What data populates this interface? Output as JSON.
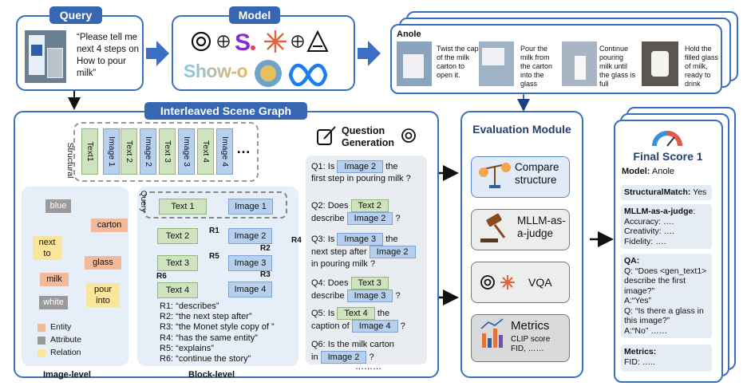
{
  "query": {
    "header": "Query",
    "text": "“Please tell me next 4 steps on How to pour milk”"
  },
  "model": {
    "header": "Model",
    "show_o": "Show-o"
  },
  "anole_output": {
    "title": "Anole",
    "steps": [
      "Twist the cap of the milk carton to open it.",
      "Pour the milk from the carton into the glass",
      "Continue pouring milk until the glass is full",
      "Hold the filled glass of milk, ready to drink"
    ]
  },
  "isg": {
    "header": "Interleaved Scene Graph",
    "structural_label": "Structural",
    "sequence": [
      "Text1",
      "Image 1",
      "Text 2",
      "Image 2",
      "Text 3",
      "Image 3",
      "Text 4",
      "Image 4"
    ],
    "ellipsis": "…",
    "image_level": {
      "nodes": {
        "blue": "blue",
        "carton": "carton",
        "next_to": "next\nto",
        "glass": "glass",
        "milk": "milk",
        "pour_into": "pour\ninto",
        "white": "white"
      },
      "legend": [
        "Entity",
        "Attribute",
        "Relation"
      ],
      "legend_colors": [
        "#f2b99a",
        "#9a9a9a",
        "#fbe59a"
      ],
      "caption": "Image-level"
    },
    "block_level": {
      "query_label": "Query",
      "text1": "Text 1",
      "image1": "Image 1",
      "text2": "Text 2",
      "image2": "Image 2",
      "text3": "Text 3",
      "image3": "Image 3",
      "text4": "Text 4",
      "image4": "Image 4",
      "edges": [
        "R1",
        "R2",
        "R3",
        "R4",
        "R5",
        "R6"
      ],
      "relations": [
        "R1: “describes”",
        "R2: “the next step after”",
        "R3: “the Monet style copy of ”",
        "R4: “has the same entity”",
        "R5:  “explains”",
        "R6: “continue the story”"
      ],
      "caption": "Block-level"
    },
    "question_generation": {
      "title": "Question\nGeneration",
      "q1": {
        "a": "Q1: Is",
        "chip": "Image 2",
        "b": "the",
        "c": "first step in pouring milk ?"
      },
      "q2": {
        "a": "Q2: Does",
        "chip1": "Text 2",
        "b": "describe",
        "chip2": "Image 2",
        "c": "?"
      },
      "q3": {
        "a": "Q3: Is",
        "chip1": "Image 3",
        "b": "the",
        "c": "next step after",
        "chip2": "Image 2",
        "d": "in pouring milk ?"
      },
      "q4": {
        "a": "Q4: Does",
        "chip1": "Text 3",
        "b": "describe",
        "chip2": "Image 3",
        "c": "?"
      },
      "q5": {
        "a": "Q5: Is",
        "chip1": "Text 4",
        "b": "the",
        "c": "caption of",
        "chip2": "Image 4",
        "d": "?"
      },
      "q6": {
        "a": "Q6: Is the milk carton",
        "b": "in",
        "chip": "Image 2",
        "c": "?"
      },
      "ellipsis": "………"
    }
  },
  "evaluation": {
    "header": "Evaluation Module",
    "items": [
      "Compare\nstructure",
      "MLLM-as-\na-judge",
      "VQA",
      "Metrics"
    ],
    "metrics_sub": "CLIP score\nFID, ……"
  },
  "final_score": {
    "title": "Final Score 1",
    "model_label": "Model:",
    "model_value": "Anole",
    "structural": "StructuralMatch:",
    "structural_value": "Yes",
    "judge_title": "MLLM-as-a-judge",
    "judge_colon": ":",
    "judge_lines": [
      "Accuracy:  ….",
      "Creativity:  ….",
      "Fidelity:  …."
    ],
    "qa_title": "QA:",
    "qa_lines": [
      "Q: “Does <gen_text1> describe the first image?”",
      "A:“Yes”",
      "Q: “Is there a glass in this image?”",
      "A:“No”  ……"
    ],
    "metrics_title": "Metrics:",
    "metrics_value": "FID: ….."
  }
}
